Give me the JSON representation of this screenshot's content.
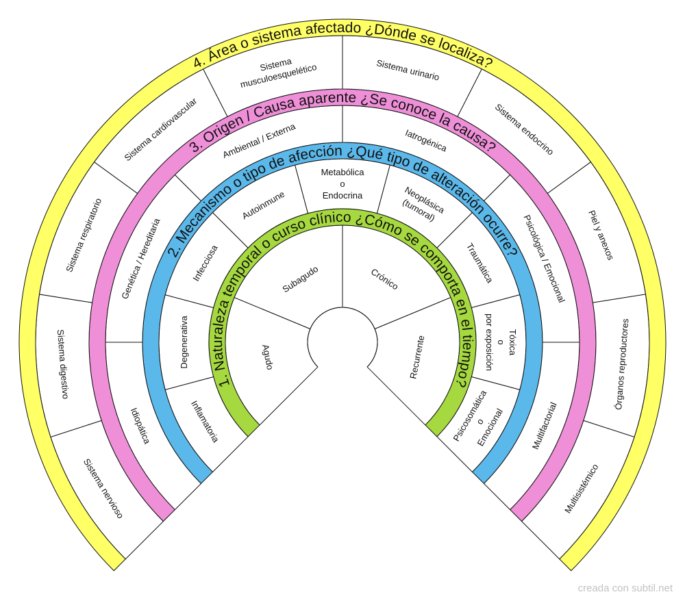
{
  "colors": {
    "level1": "#a6d93f",
    "level2": "#5bb8ea",
    "level3": "#ee8fd8",
    "level4": "#ffff66",
    "segment_fill": "#ffffff",
    "stroke": "#111111"
  },
  "levels": [
    {
      "title": "1. Naturaleza temporal o curso clínico ¿Cómo se comporta en el tiempo?",
      "segments": [
        [
          "Agudo"
        ],
        [
          "Subagudo"
        ],
        [
          "Crónico"
        ],
        [
          "Recurrente"
        ]
      ]
    },
    {
      "title": "2. Mecanismo o tipo de afección ¿Qué tipo de alteración ocurre?",
      "segments": [
        [
          "Inflamatoria"
        ],
        [
          "Degenerativa"
        ],
        [
          "Infecciosa"
        ],
        [
          "Autoinmune"
        ],
        [
          "Metabólica",
          "o",
          "Endocrina"
        ],
        [
          "Neoplásica",
          "(tumoral)"
        ],
        [
          "Traumática"
        ],
        [
          "Tóxica",
          "o",
          "por exposición"
        ],
        [
          "Psicosomática",
          "o",
          "Emocional"
        ]
      ]
    },
    {
      "title": "3. Origen / Causa aparente ¿Se conoce la causa?",
      "segments": [
        [
          "Idiopática"
        ],
        [
          "Genética / Hereditaria"
        ],
        [
          "Ambiental / Externa"
        ],
        [
          "Iatrogénica"
        ],
        [
          "Psicológica / Emocional"
        ],
        [
          "Multifactorial"
        ]
      ]
    },
    {
      "title": "4. Área o sistema afectado  ¿Dónde se localiza?",
      "segments": [
        [
          "Sistema nervioso"
        ],
        [
          "Sistema digestivo"
        ],
        [
          "Sistema respiratorio"
        ],
        [
          "Sistema cardiovascular"
        ],
        [
          "Sistema",
          "musculoesquelético"
        ],
        [
          "Sistema urinario"
        ],
        [
          "Sistema endocrino"
        ],
        [
          "Piel y anexos"
        ],
        [
          "Órganos reproductores"
        ],
        [
          "Multisistémico"
        ]
      ]
    }
  ],
  "credit": "creada con subtil.net"
}
